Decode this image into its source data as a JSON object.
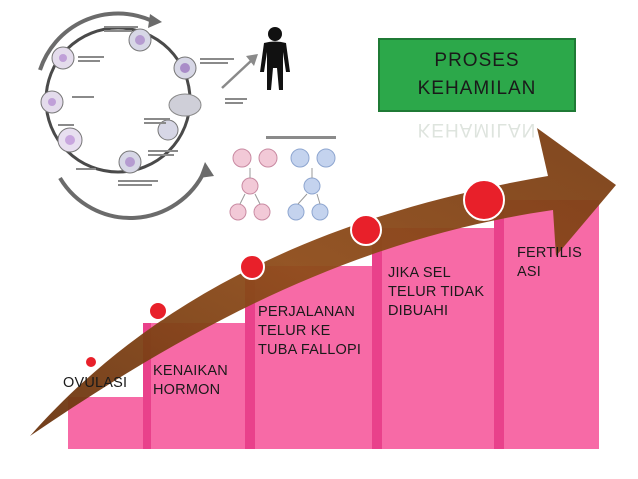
{
  "title": "PROSES\nKEHAMILAN",
  "colors": {
    "bar": "#f76aa6",
    "bar_dark": "#e63a86",
    "arrow": "#8a4a18",
    "dot": "#e8202a",
    "title_box": "#2ca84a"
  },
  "steps": [
    {
      "label": "OVULASI"
    },
    {
      "label": "KENAIKAN\nHORMON"
    },
    {
      "label": "PERJALANAN\nTELUR KE\nTUBA FALLOPI"
    },
    {
      "label": "JIKA SEL\nTELUR TIDAK\nDIBUAHI"
    },
    {
      "label": "FERTILIS\nASI"
    }
  ],
  "illustration": {
    "name": "germ-cell-cycle-diagram",
    "figure_name": "human-silhouette-icon"
  }
}
